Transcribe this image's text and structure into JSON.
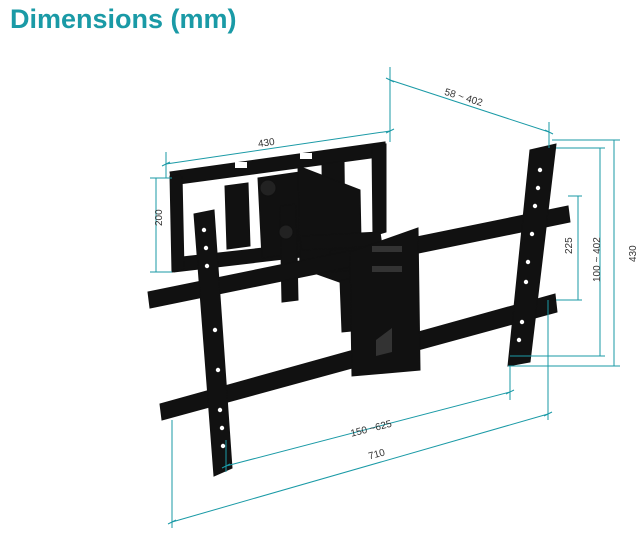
{
  "title": "Dimensions (mm)",
  "colors": {
    "accent": "#1a9aa6",
    "mount": "#111111",
    "text": "#333333"
  },
  "dimensions": {
    "arm_extension": "58 ~ 402",
    "wall_plate_width": "430",
    "wall_plate_height": "200",
    "arm_height_min": "225",
    "arm_height_range": "100 ~ 402",
    "arm_height_max": "430",
    "arm_spacing": "150 ~625",
    "total_width": "710"
  }
}
